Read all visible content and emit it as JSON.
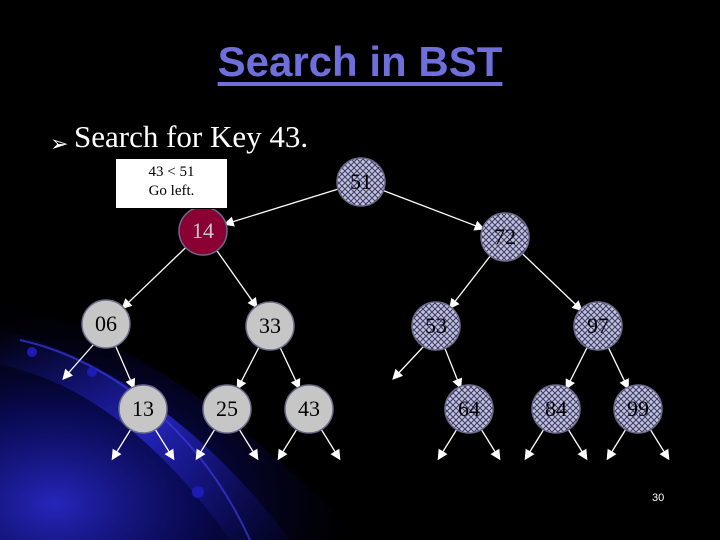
{
  "slide": {
    "title": "Search in BST",
    "bullet_marker": "➢",
    "bullet_text": "Search for Key 43.",
    "callout": {
      "line1": "43 < 51",
      "line2": "Go left."
    },
    "slide_number": "30"
  },
  "colors": {
    "background": "#000000",
    "title": "#6f6fdc",
    "current_node": "#8b0032",
    "visited_node": "#b4b4cc",
    "plain_node": "#c6c6c6",
    "edge": "#ffffff",
    "decor_blue": "#1c1cb4"
  },
  "tree": {
    "nodes": [
      {
        "id": "n51",
        "label": "51",
        "state": "visited"
      },
      {
        "id": "n14",
        "label": "14",
        "state": "current"
      },
      {
        "id": "n72",
        "label": "72",
        "state": "visited"
      },
      {
        "id": "n06",
        "label": "06",
        "state": "plain"
      },
      {
        "id": "n33",
        "label": "33",
        "state": "plain"
      },
      {
        "id": "n53",
        "label": "53",
        "state": "visited"
      },
      {
        "id": "n97",
        "label": "97",
        "state": "visited"
      },
      {
        "id": "n13",
        "label": "13",
        "state": "plain"
      },
      {
        "id": "n25",
        "label": "25",
        "state": "plain"
      },
      {
        "id": "n43",
        "label": "43",
        "state": "plain"
      },
      {
        "id": "n64",
        "label": "64",
        "state": "visited"
      },
      {
        "id": "n84",
        "label": "84",
        "state": "visited"
      },
      {
        "id": "n99",
        "label": "99",
        "state": "visited"
      }
    ],
    "edges": [
      [
        "n51",
        "n14"
      ],
      [
        "n51",
        "n72"
      ],
      [
        "n14",
        "n06"
      ],
      [
        "n14",
        "n33"
      ],
      [
        "n72",
        "n53"
      ],
      [
        "n72",
        "n97"
      ],
      [
        "n06",
        "n13"
      ],
      [
        "n33",
        "n25"
      ],
      [
        "n33",
        "n43"
      ],
      [
        "n53",
        "n64"
      ],
      [
        "n97",
        "n84"
      ],
      [
        "n97",
        "n99"
      ]
    ]
  }
}
